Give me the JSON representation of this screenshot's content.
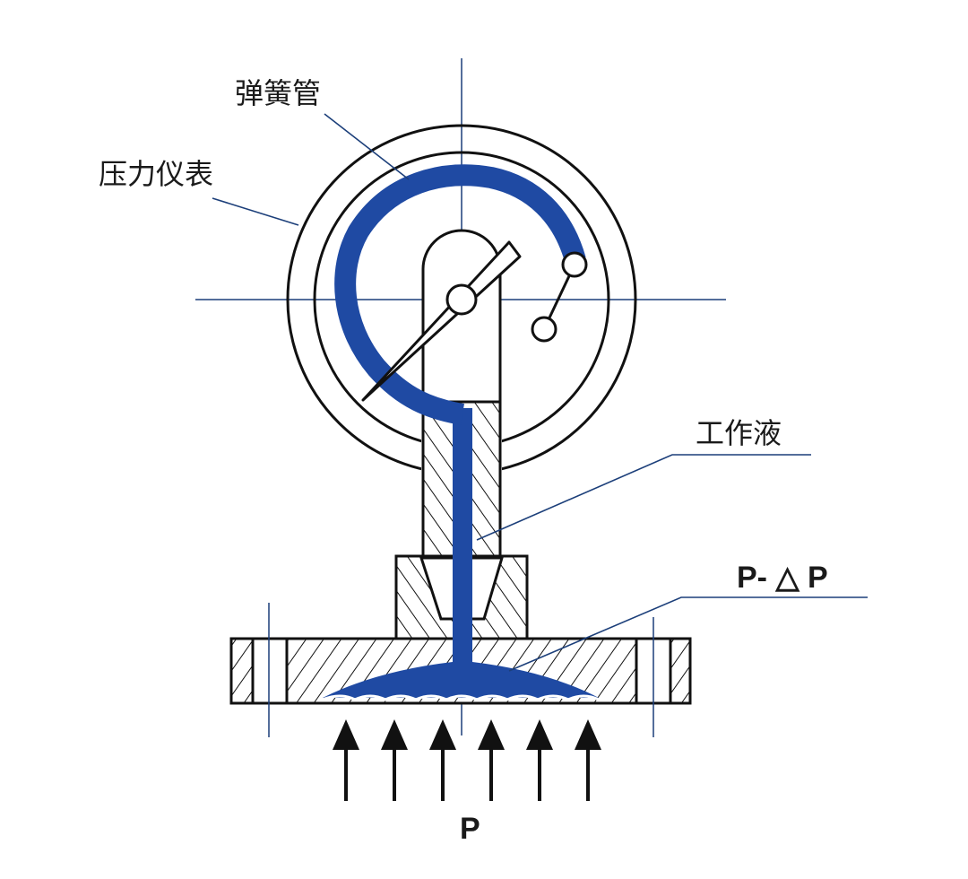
{
  "labels": {
    "bourdon_tube": "弹簧管",
    "pressure_gauge": "压力仪表",
    "working_fluid": "工作液",
    "output_pressure": "P- △ P",
    "input_pressure": "P"
  },
  "colors": {
    "fluid": "#1f4aa3",
    "leader_line": "#1c3f7a",
    "outline": "#111111",
    "background": "#ffffff"
  }
}
